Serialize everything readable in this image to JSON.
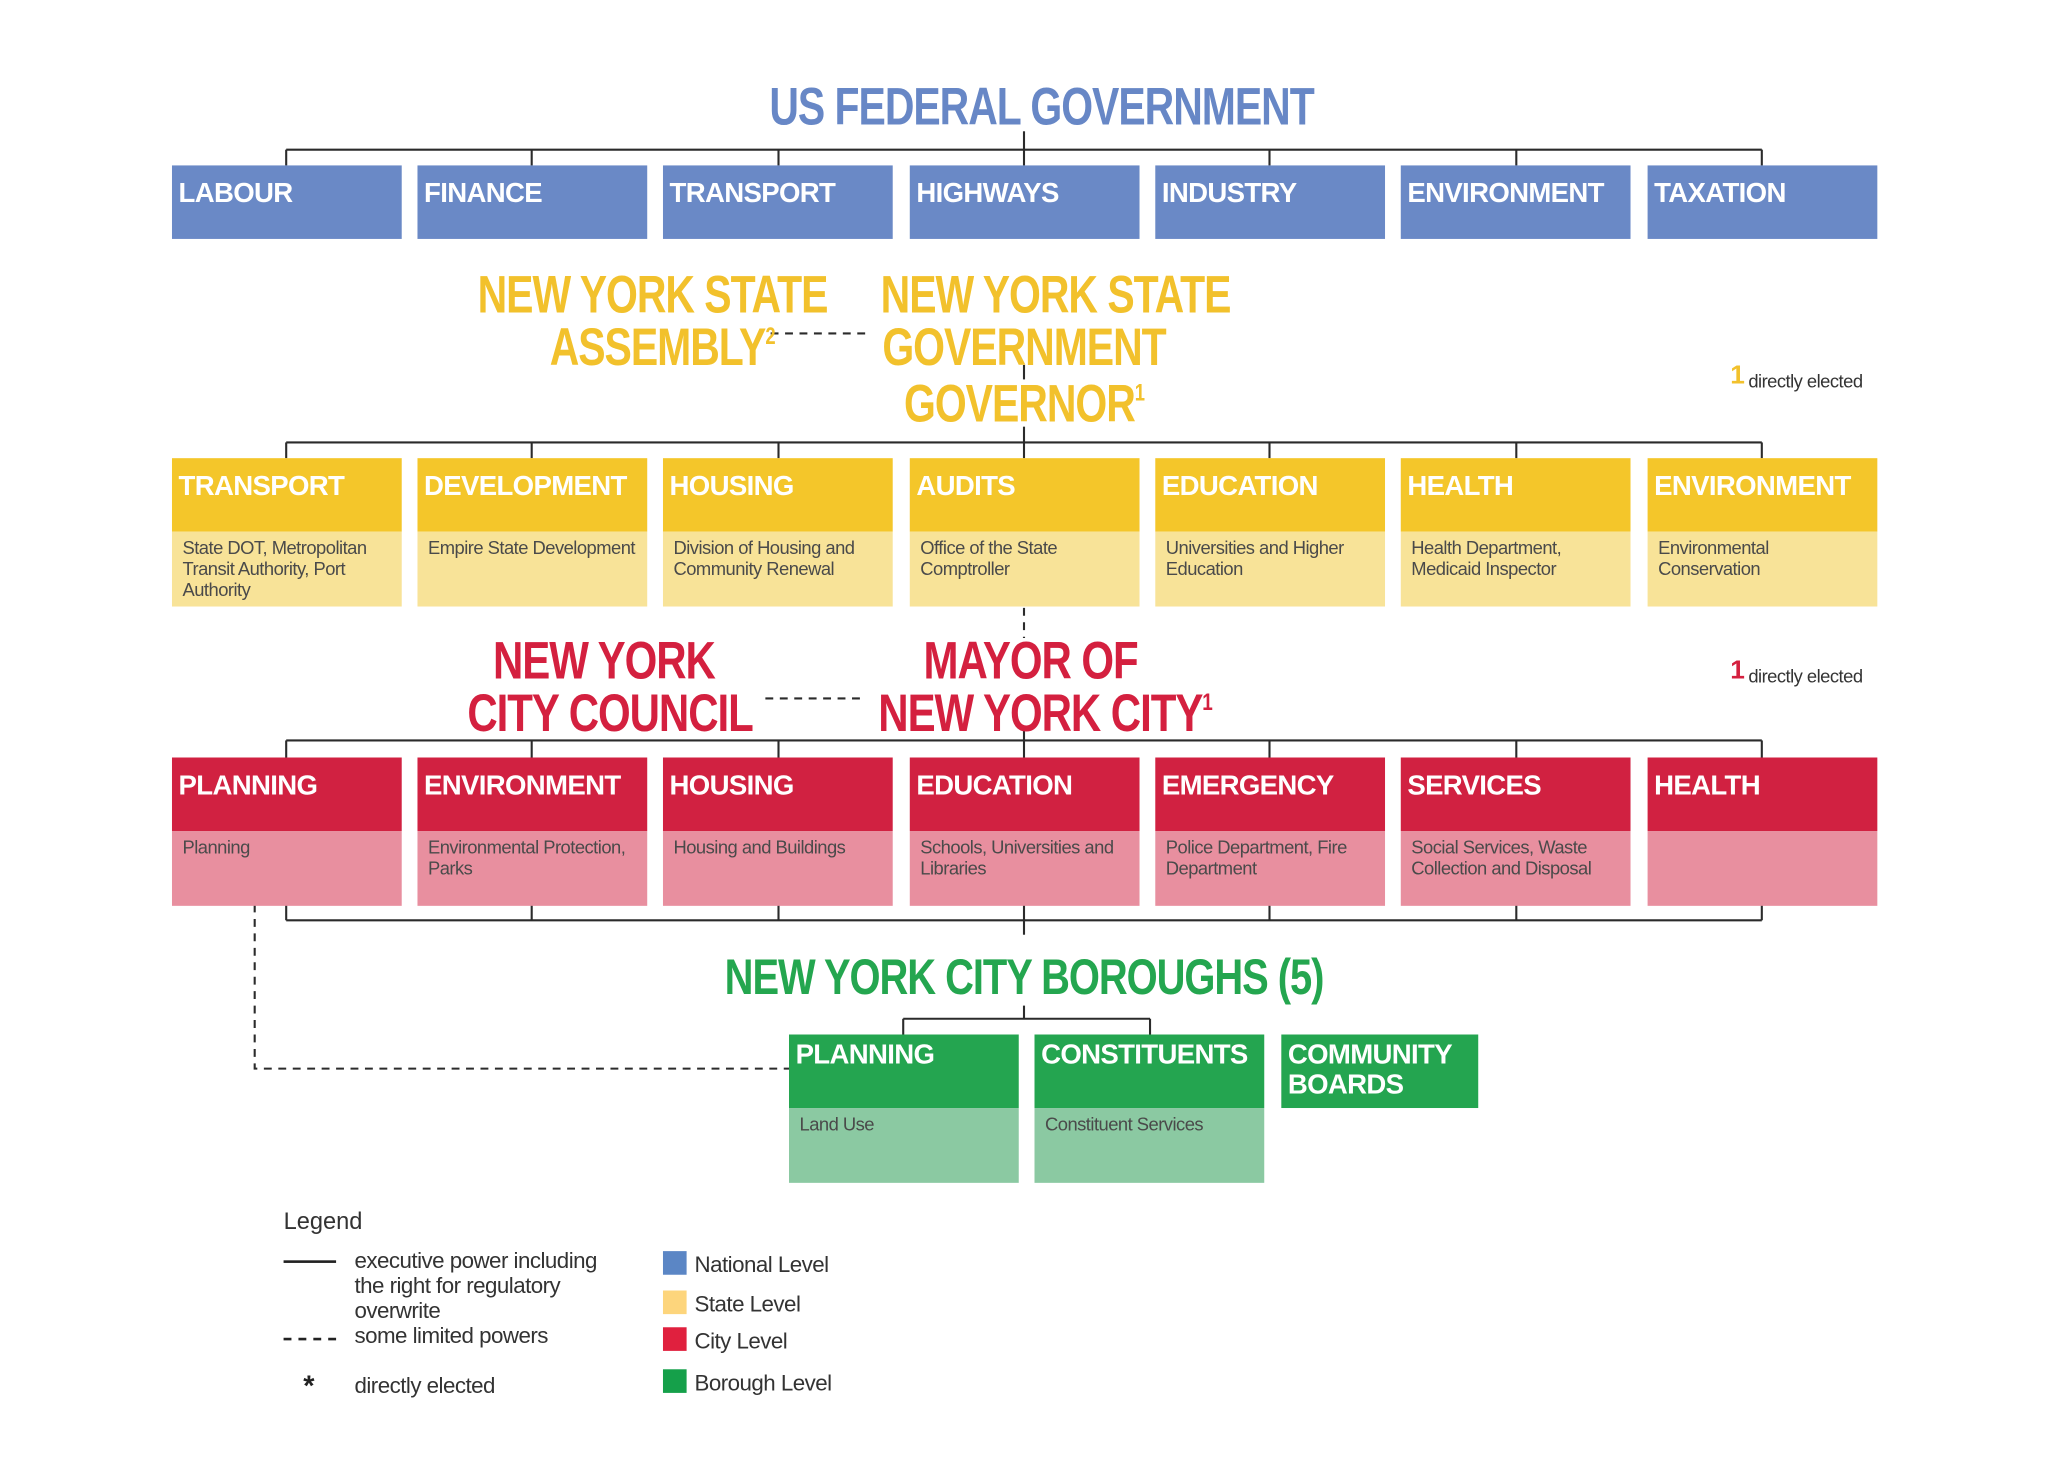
{
  "federal": {
    "title": "US FEDERAL GOVERNMENT",
    "departments": [
      "LABOUR",
      "FINANCE",
      "TRANSPORT",
      "HIGHWAYS",
      "INDUSTRY",
      "ENVIRONMENT",
      "TAXATION"
    ]
  },
  "state": {
    "assembly": [
      "NEW YORK STATE",
      "ASSEMBLY"
    ],
    "assembly_sup": "2",
    "government": [
      "NEW YORK STATE",
      "GOVERNMENT"
    ],
    "governor": "GOVERNOR",
    "governor_sup": "1",
    "note_num": "1",
    "note_text": "directly elected",
    "departments": [
      {
        "name": "TRANSPORT",
        "detail": "State DOT, Metropolitan Transit Authority, Port Authority"
      },
      {
        "name": "DEVELOPMENT",
        "detail": "Empire State Development"
      },
      {
        "name": "HOUSING",
        "detail": "Division of Housing and Community Renewal"
      },
      {
        "name": "AUDITS",
        "detail": "Office of the State Comptroller"
      },
      {
        "name": "EDUCATION",
        "detail": "Universities and Higher Education"
      },
      {
        "name": "HEALTH",
        "detail": "Health Department, Medicaid Inspector"
      },
      {
        "name": "ENVIRONMENT",
        "detail": "Environmental Conservation"
      }
    ]
  },
  "city": {
    "council": [
      "NEW YORK",
      "CITY COUNCIL"
    ],
    "mayor": [
      "MAYOR OF",
      "NEW YORK CITY"
    ],
    "mayor_sup": "1",
    "note_num": "1",
    "note_text": "directly elected",
    "departments": [
      {
        "name": "PLANNING",
        "detail": "Planning"
      },
      {
        "name": "ENVIRONMENT",
        "detail": "Environmental Protection, Parks"
      },
      {
        "name": "HOUSING",
        "detail": "Housing and Buildings"
      },
      {
        "name": "EDUCATION",
        "detail": "Schools, Universities and Libraries"
      },
      {
        "name": "EMERGENCY",
        "detail": "Police Department, Fire Department"
      },
      {
        "name": "SERVICES",
        "detail": "Social Services, Waste Collection and Disposal"
      },
      {
        "name": "HEALTH",
        "detail": ""
      }
    ]
  },
  "boroughs": {
    "title": "NEW YORK CITY BOROUGHS (5)",
    "departments": [
      {
        "name": "PLANNING",
        "detail": "Land Use"
      },
      {
        "name": "CONSTITUENTS",
        "detail": "Constituent Services"
      },
      {
        "name": "COMMUNITY BOARDS",
        "detail": ""
      }
    ]
  },
  "legend": {
    "title": "Legend",
    "solid": "executive power including the right for regulatory overwrite",
    "dashed": "some limited powers",
    "star_symbol": "*",
    "star": "directly elected",
    "levels": [
      {
        "label": "National Level",
        "color": "#5b86c5"
      },
      {
        "label": "State Level",
        "color": "#fdd57c"
      },
      {
        "label": "City Level",
        "color": "#e0203e"
      },
      {
        "label": "Borough Level",
        "color": "#15a04a"
      }
    ]
  },
  "colors": {
    "federal": "#6a89c6",
    "state": "#f4c62a",
    "city": "#d12141",
    "borough": "#24a550"
  }
}
